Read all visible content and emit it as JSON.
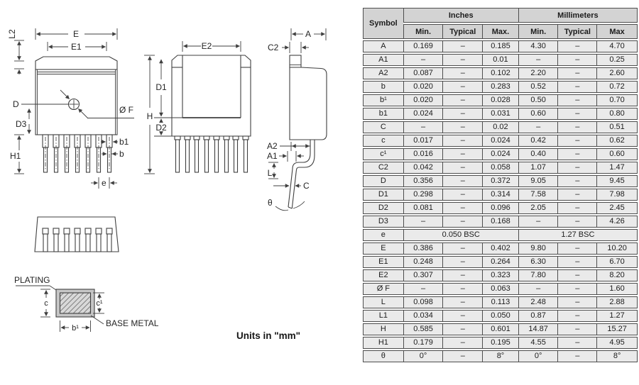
{
  "note": {
    "units": "Units in \"mm\""
  },
  "table": {
    "headers": {
      "symbol": "Symbol",
      "inches": "Inches",
      "millimeters": "Millimeters",
      "min_in": "Min.",
      "typ_in": "Typical",
      "max_in": "Max.",
      "min_mm": "Min.",
      "typ_mm": "Typical",
      "max_mm": "Max"
    },
    "rows": [
      {
        "symbol": "A",
        "values": [
          "0.169",
          "–",
          "0.185",
          "4.30",
          "–",
          "4.70"
        ]
      },
      {
        "symbol": "A1",
        "values": [
          "–",
          "–",
          "0.01",
          "–",
          "–",
          "0.25"
        ]
      },
      {
        "symbol": "A2",
        "values": [
          "0.087",
          "–",
          "0.102",
          "2.20",
          "–",
          "2.60"
        ]
      },
      {
        "symbol": "b",
        "values": [
          "0.020",
          "–",
          "0.283",
          "0.52",
          "–",
          "0.72"
        ]
      },
      {
        "symbol": "b¹",
        "values": [
          "0.020",
          "–",
          "0.028",
          "0.50",
          "–",
          "0.70"
        ]
      },
      {
        "symbol": "b1",
        "values": [
          "0.024",
          "–",
          "0.031",
          "0.60",
          "–",
          "0.80"
        ]
      },
      {
        "symbol": "C",
        "values": [
          "–",
          "–",
          "0.02",
          "–",
          "–",
          "0.51"
        ]
      },
      {
        "symbol": "c",
        "values": [
          "0.017",
          "–",
          "0.024",
          "0.42",
          "–",
          "0.62"
        ]
      },
      {
        "symbol": "c¹",
        "values": [
          "0.016",
          "–",
          "0.024",
          "0.40",
          "–",
          "0.60"
        ]
      },
      {
        "symbol": "C2",
        "values": [
          "0.042",
          "–",
          "0.058",
          "1.07",
          "–",
          "1.47"
        ]
      },
      {
        "symbol": "D",
        "values": [
          "0.356",
          "–",
          "0.372",
          "9.05",
          "–",
          "9.45"
        ]
      },
      {
        "symbol": "D1",
        "values": [
          "0.298",
          "–",
          "0.314",
          "7.58",
          "–",
          "7.98"
        ]
      },
      {
        "symbol": "D2",
        "values": [
          "0.081",
          "–",
          "0.096",
          "2.05",
          "–",
          "2.45"
        ]
      },
      {
        "symbol": "D3",
        "values": [
          "–",
          "–",
          "0.168",
          "–",
          "–",
          "4.26"
        ]
      },
      {
        "symbol": "e",
        "span": true,
        "inches": "0.050 BSC",
        "mm": "1.27 BSC"
      },
      {
        "symbol": "E",
        "values": [
          "0.386",
          "–",
          "0.402",
          "9.80",
          "–",
          "10.20"
        ]
      },
      {
        "symbol": "E1",
        "values": [
          "0.248",
          "–",
          "0.264",
          "6.30",
          "–",
          "6.70"
        ]
      },
      {
        "symbol": "E2",
        "values": [
          "0.307",
          "–",
          "0.323",
          "7.80",
          "–",
          "8.20"
        ]
      },
      {
        "symbol": "Ø F",
        "values": [
          "–",
          "–",
          "0.063",
          "–",
          "–",
          "1.60"
        ]
      },
      {
        "symbol": "L",
        "values": [
          "0.098",
          "–",
          "0.113",
          "2.48",
          "–",
          "2.88"
        ]
      },
      {
        "symbol": "L1",
        "values": [
          "0.034",
          "–",
          "0.050",
          "0.87",
          "–",
          "1.27"
        ]
      },
      {
        "symbol": "H",
        "values": [
          "0.585",
          "–",
          "0.601",
          "14.87",
          "–",
          "15.27"
        ]
      },
      {
        "symbol": "H1",
        "values": [
          "0.179",
          "–",
          "0.195",
          "4.55",
          "–",
          "4.95"
        ]
      },
      {
        "symbol": "θ",
        "values": [
          "0°",
          "–",
          "8°",
          "0°",
          "–",
          "8°"
        ]
      }
    ]
  },
  "drawings": {
    "front": {
      "e_dim": "E",
      "e1_dim": "E1",
      "l2_dim": "L2",
      "d_dim": "D",
      "d3_dim": "D3",
      "h1_dim": "H1",
      "b1_dim": "b1",
      "b_dim": "b",
      "pitch_dim": "e",
      "hole_dim": "Ø F"
    },
    "back": {
      "e2_dim": "E2",
      "d1_dim": "D1",
      "d2_dim": "D2",
      "h_dim": "H"
    },
    "side": {
      "a_dim": "A",
      "c2_dim": "C2",
      "a2_dim": "A2",
      "a1_dim": "A1",
      "l_dim": "L",
      "c_dim": "C",
      "theta_dim": "θ"
    },
    "section": {
      "plating": "PLATING",
      "base_metal": "BASE METAL",
      "c_dim": "c",
      "c1_dim": "c¹",
      "b1_dim": "b¹"
    }
  },
  "colors": {
    "line": "#3f3f3f",
    "table_border": "#4d4d4d",
    "header_bg": "#d3d3d3",
    "cell_bg": "#eaeaea",
    "plating_fill": "#c6c6c6"
  }
}
